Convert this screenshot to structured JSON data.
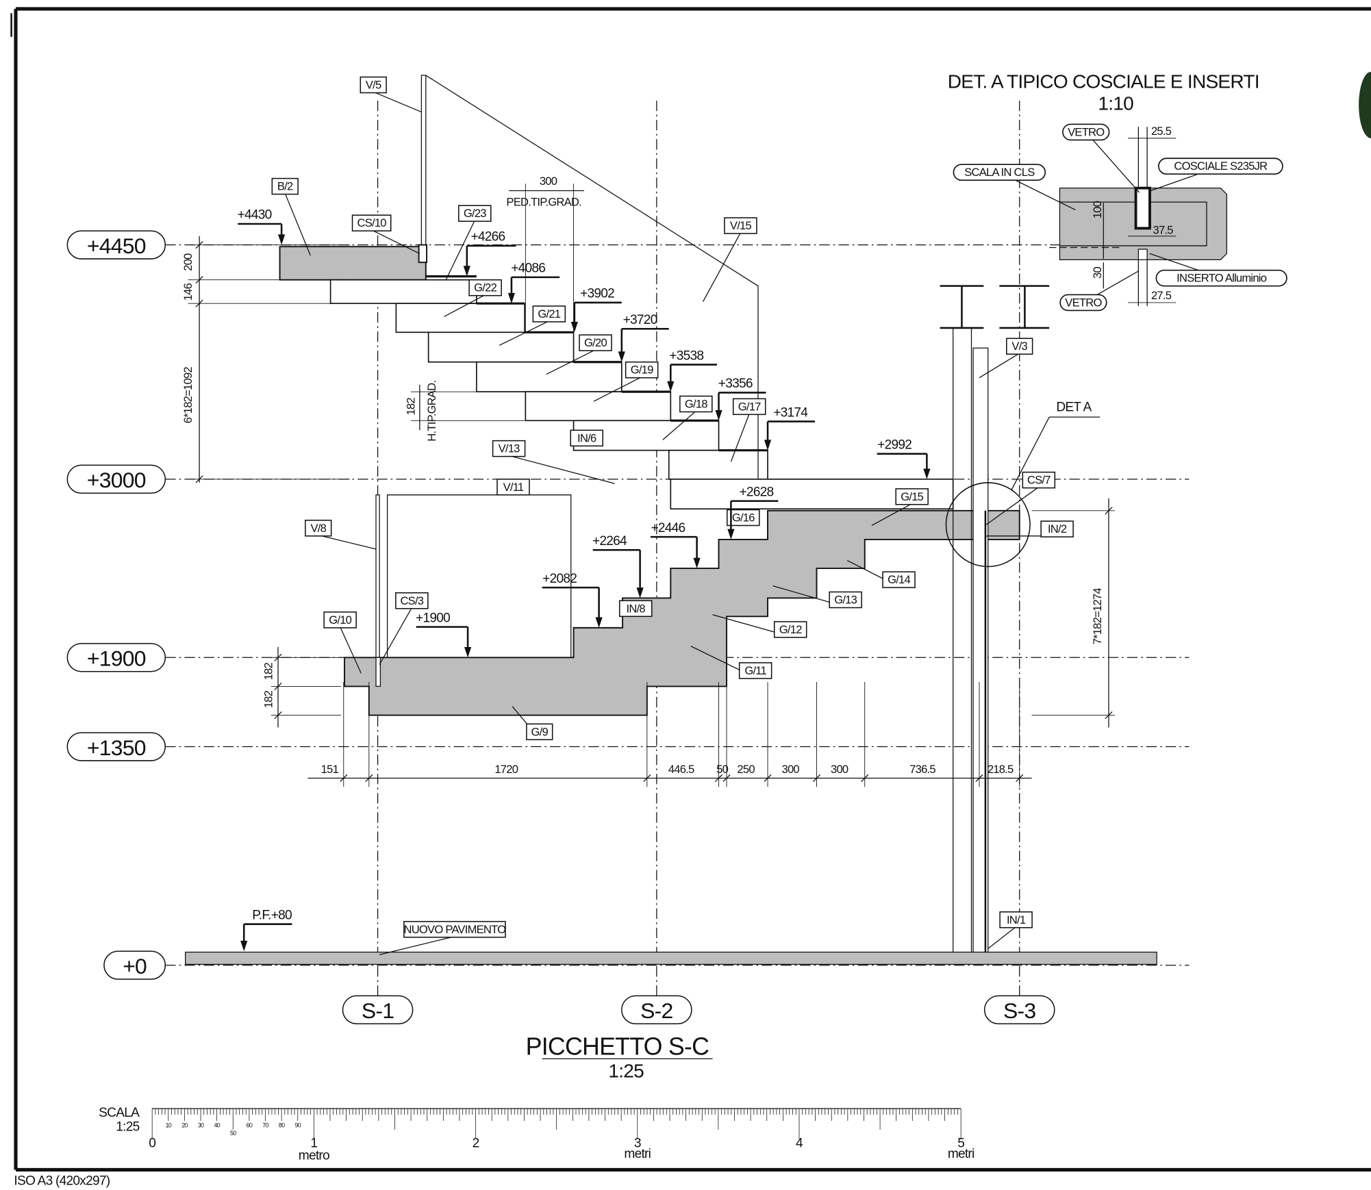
{
  "drawing": {
    "title": "PICCHETTO S-C",
    "scale": "1:25"
  },
  "levels": [
    "+4450",
    "+3000",
    "+1900",
    "+1350",
    "+0"
  ],
  "grid_axes": [
    "S-1",
    "S-2",
    "S-3"
  ],
  "tags": {
    "v5": "V/5",
    "b2": "B/2",
    "cs10": "CS/10",
    "g23": "G/23",
    "g22": "G/22",
    "g21": "G/21",
    "g20": "G/20",
    "g19": "G/19",
    "g18": "G/18",
    "g17": "G/17",
    "in6": "IN/6",
    "v13": "V/13",
    "v11": "V/11",
    "v15": "V/15",
    "v3": "V/3",
    "cs7": "CS/7",
    "in2": "IN/2",
    "g15": "G/15",
    "g16": "G/16",
    "g14": "G/14",
    "g13": "G/13",
    "g12": "G/12",
    "g11": "G/11",
    "g10": "G/10",
    "cs3": "CS/3",
    "v8": "V/8",
    "g9": "G/9",
    "in8": "IN/8",
    "in1": "IN/1",
    "nuovo_pavimento": "NUOVO PAVIMENTO",
    "det_a": "DET  A"
  },
  "elevations": [
    "+4430",
    "+4266",
    "+4086",
    "+3902",
    "+3720",
    "+3538",
    "+3356",
    "+3174",
    "+2992",
    "+2628",
    "+2446",
    "+2264",
    "+2082",
    "+1900",
    "P.F.+80"
  ],
  "dimensions": {
    "bottom": [
      "151",
      "1720",
      "446.5",
      "50",
      "250",
      "300",
      "300",
      "736.5",
      "218.5"
    ],
    "left_upper": [
      "200",
      "146",
      "6*182=1092"
    ],
    "left_lower": [
      "182",
      "182"
    ],
    "right": "7*182=1274",
    "tread": "300",
    "tread_label": "PED.TIP.GRAD.",
    "riser": "182",
    "riser_label": "H.TIP.GRAD."
  },
  "detail": {
    "title": "DET.  A TIPICO COSCIALE E INSERTI",
    "scale": "1:10",
    "labels": {
      "vetro_top": "VETRO",
      "scala_in_cls": "SCALA IN CLS",
      "cosciale": "COSCIALE   S235JR",
      "inserto": "INSERTO  Alluminio",
      "vetro_bottom": "VETRO"
    },
    "dims": {
      "d25_5": "25.5",
      "d100": "100",
      "d37_5": "37.5",
      "d30": "30",
      "d27_5": "27.5"
    }
  },
  "scale_bar": {
    "label": "SCALA",
    "ratio": "1:25",
    "major": [
      "0",
      "1",
      "2",
      "3",
      "4",
      "5"
    ],
    "units": {
      "m1": "metro",
      "m3": "metri",
      "m5": "metri"
    },
    "minor": [
      "10",
      "20",
      "30",
      "40",
      "50",
      "60",
      "70",
      "80",
      "90"
    ]
  },
  "sheet": "ISO A3 (420x297)",
  "colors": {
    "concrete": "#bdbdbd",
    "line": "#111111",
    "foliage": "#1f3a1f"
  }
}
